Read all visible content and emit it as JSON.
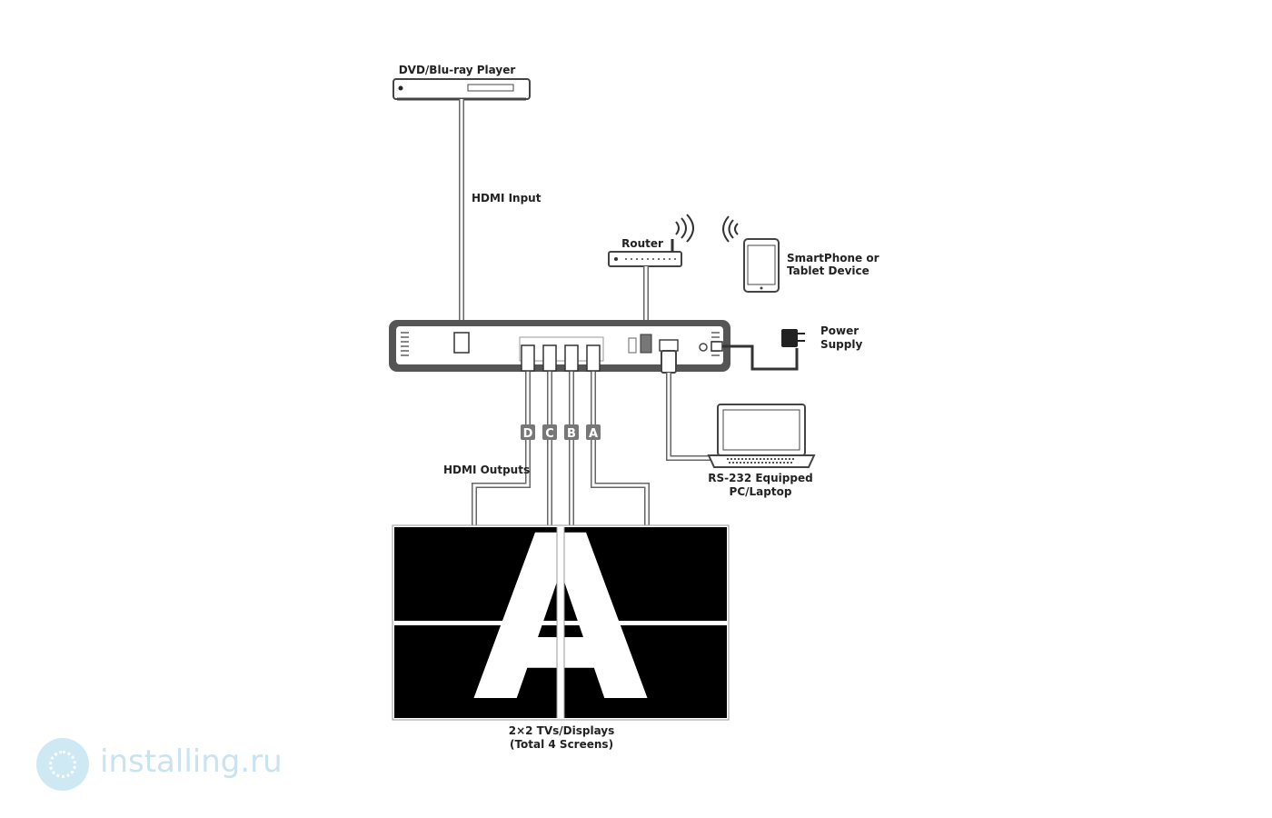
{
  "labels": {
    "player": "DVD/Blu-ray Player",
    "hdmi_input": "HDMI Input",
    "router": "Router",
    "smartphone_1": "SmartPhone or",
    "smartphone_2": "Tablet Device",
    "power_1": "Power",
    "power_2": "Supply",
    "laptop_1": "RS-232 Equipped",
    "laptop_2": "PC/Laptop",
    "hdmi_outputs": "HDMI Outputs",
    "tvs_1": "2×2 TVs/Displays",
    "tvs_2": "(Total 4 Screens)"
  },
  "output_tags": [
    "D",
    "C",
    "B",
    "A"
  ],
  "screen_letter": "A",
  "watermark": {
    "text": "installing.ru"
  },
  "colors": {
    "device_body": "#555555",
    "cable": "#666666",
    "screen": "#000000",
    "tag": "#777777",
    "watermark": "#c9e3ef"
  }
}
